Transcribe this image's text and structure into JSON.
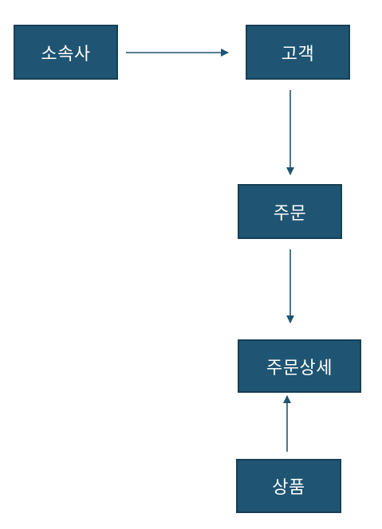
{
  "diagram": {
    "nodes": {
      "sosoksa": "소속사",
      "gogaek": "고객",
      "jumun": "주문",
      "jumun_sangse": "주문상세",
      "sangpum": "상품"
    },
    "edges": [
      {
        "from": "sosoksa",
        "to": "gogaek"
      },
      {
        "from": "gogaek",
        "to": "jumun"
      },
      {
        "from": "jumun",
        "to": "jumun_sangse"
      },
      {
        "from": "sangpum",
        "to": "jumun_sangse"
      }
    ],
    "colors": {
      "node_fill": "#1f5572",
      "node_border": "#163f56",
      "node_text": "#ffffff",
      "arrow": "#1f5572"
    }
  }
}
